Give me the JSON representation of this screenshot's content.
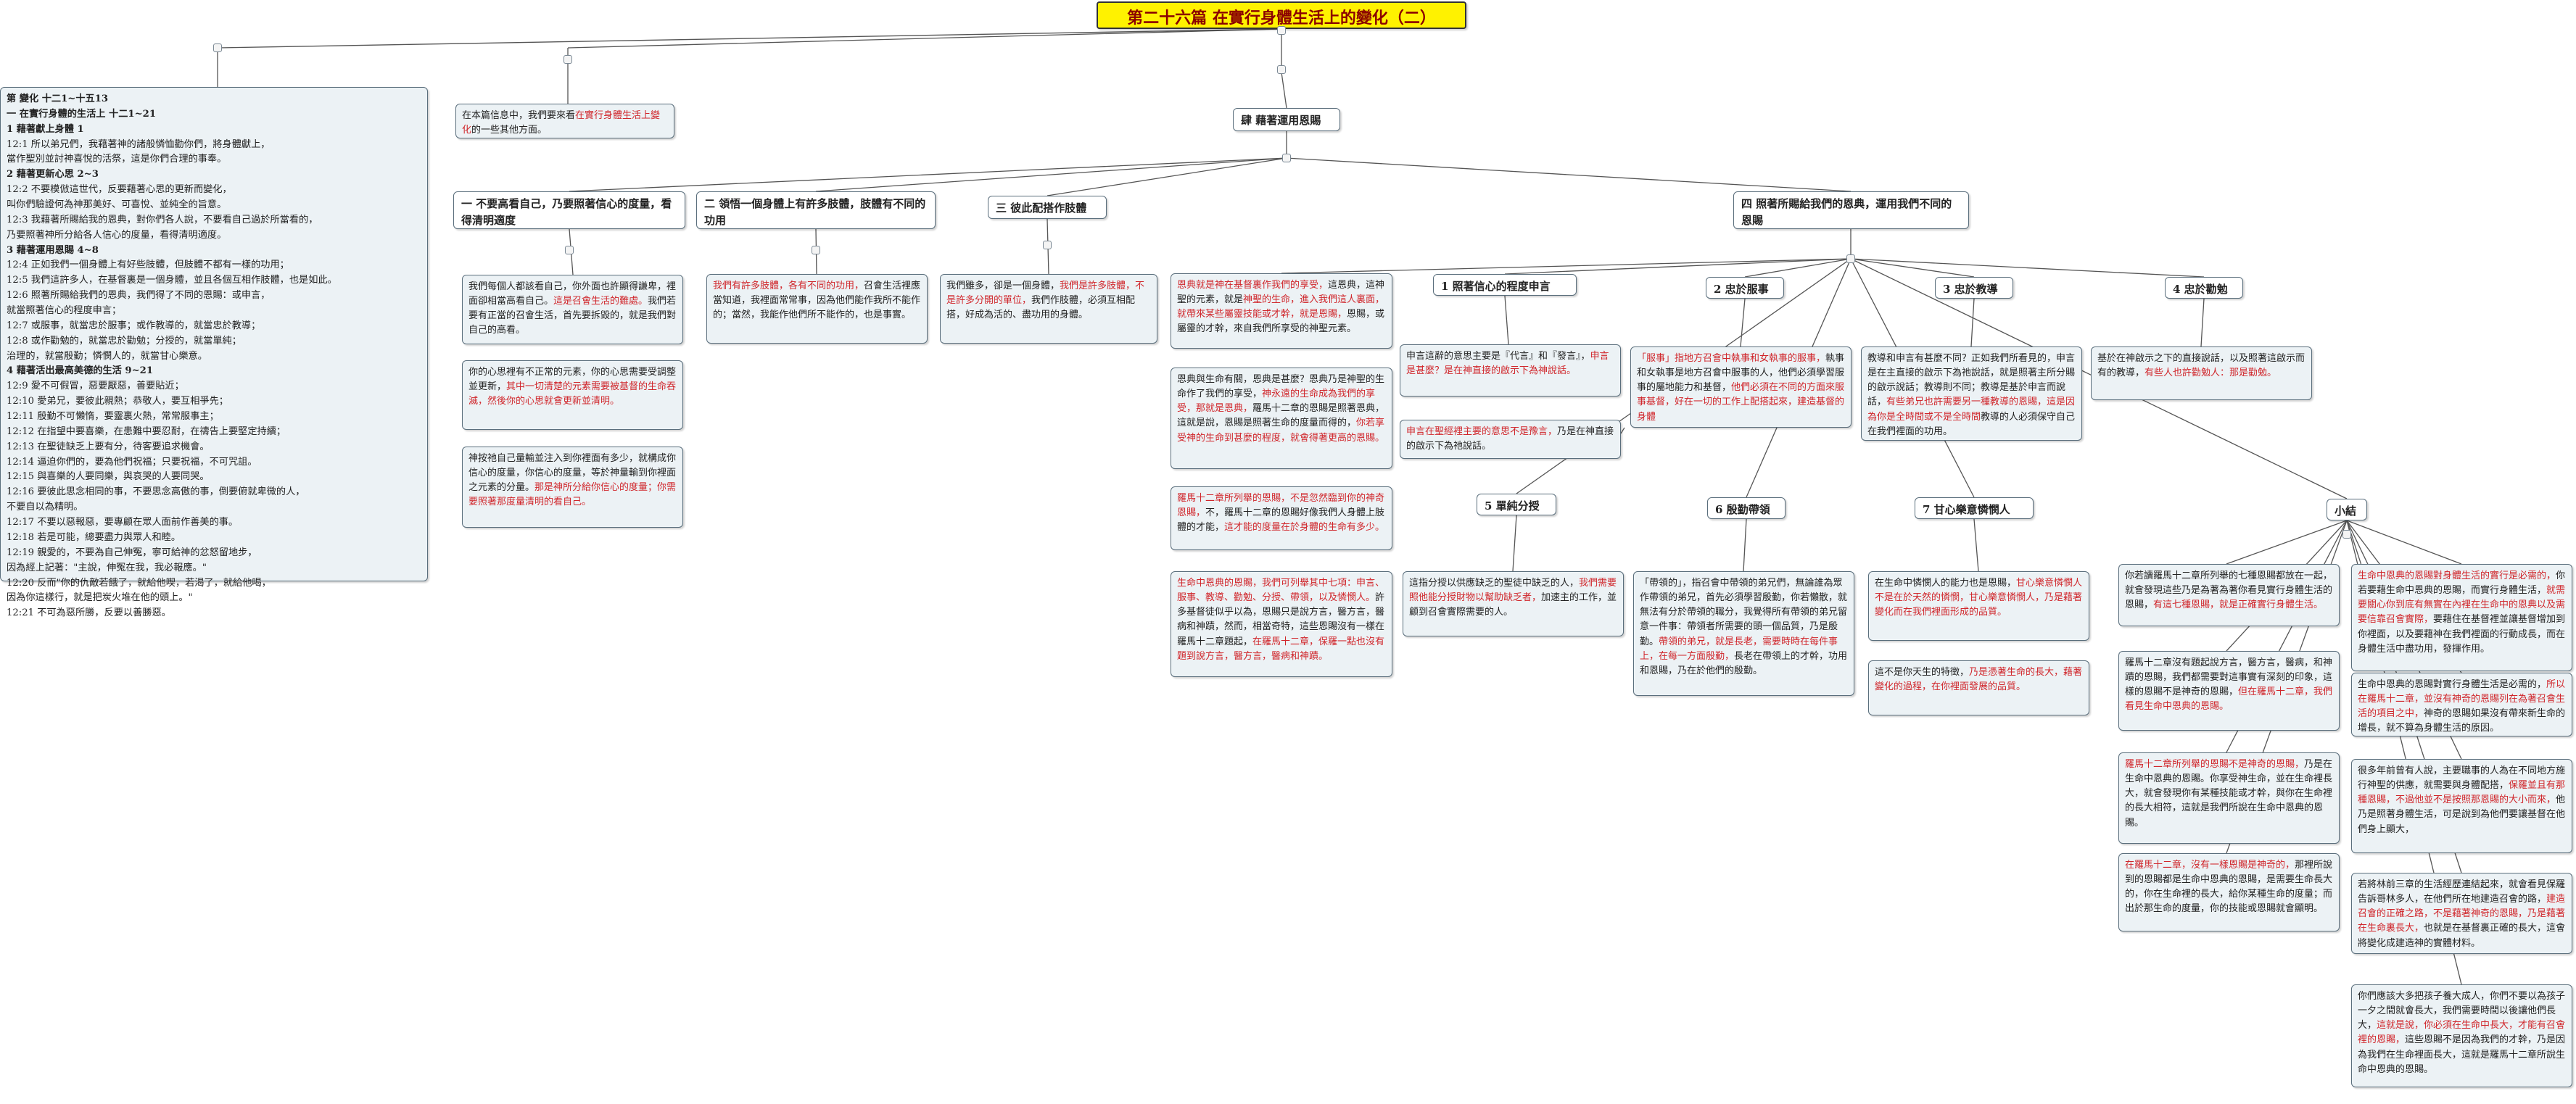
{
  "root": {
    "title": "第二十六篇 在實行身體生活上的變化（二）"
  },
  "outline": [
    "第 變化 十二1~十五13",
    "一 在實行身體的生活上 十二1~21",
    "1 藉著獻上身體 1",
    "12:1 所以弟兄們，我藉著神的諸般憐恤勸你們，將身體獻上，",
    "當作聖別並討神喜悅的活祭，這是你們合理的事奉。",
    "2 藉著更新心思 2~3",
    "12:2 不要模倣這世代，反要藉著心思的更新而變化，",
    "叫你們驗證何為神那美好、可喜悅、並純全的旨意。",
    "12:3 我藉著所賜給我的恩典，對你們各人說，不要看自己過於所當看的，",
    "乃要照著神所分給各人信心的度量，看得清明適度。",
    "3 藉著運用恩賜 4~8",
    "12:4 正如我們一個身體上有好些肢體，但肢體不都有一樣的功用；",
    "12:5 我們這許多人，在基督裏是一個身體，並且各個互相作肢體，也是如此。",
    "12:6 照著所賜給我們的恩典，我們得了不同的恩賜：或申言，",
    "就當照著信心的程度申言；",
    "12:7 或服事，就當忠於服事；或作教導的，就當忠於教導；",
    "12:8 或作勸勉的，就當忠於勸勉；分授的，就當單純；",
    "治理的，就當殷勤；憐憫人的，就當甘心樂意。",
    "4 藉著活出最高美德的生活 9~21",
    "12:9 愛不可假冒，惡要厭惡，善要貼近；",
    "12:10 愛弟兄，要彼此親熱；恭敬人，要互相爭先；",
    "12:11 殷勤不可懶惰，要靈裏火熱，常常服事主；",
    "12:12 在指望中要喜樂，在患難中要忍耐，在禱告上要堅定持續；",
    "12:13 在聖徒缺乏上要有分，待客要追求機會。",
    "12:14 逼迫你們的，要為他們祝福；只要祝福，不可咒詛。",
    "12:15 與喜樂的人要同樂，與哀哭的人要同哭。",
    "12:16 要彼此思念相同的事，不要思念高傲的事，倒要俯就卑微的人，",
    "不要自以為精明。",
    "12:17 不要以惡報惡，要專顧在眾人面前作善美的事。",
    "12:18 若是可能，總要盡力與眾人和睦。",
    "12:19 親愛的，不要為自己伸冤，寧可給神的忿怒留地步，",
    "因為經上記著：\"主說，伸冤在我，我必報應。\"",
    "12:20 反而\"你的仇敵若餓了，就給他喫，若渴了，就給他喝，",
    "因為你這樣行，就是把炭火堆在他的頭上。\"",
    "12:21 不可為惡所勝，反要以善勝惡。"
  ],
  "intro": [
    {
      "t": "在本篇信息中，我們要來看"
    },
    {
      "t": "在實行身體生活上變化",
      "red": true
    },
    {
      "t": "的一些其他方面。"
    }
  ],
  "label_four": "肆 藉著運用恩賜",
  "sec_one": "一 不要高看自己，乃要照著信心的度量，看得清明適度",
  "sec_two": "二 領悟一個身體上有許多肢體，肢體有不同的功用",
  "sec_three": "三 彼此配搭作肢體",
  "sec_four": "四 照著所賜給我們的恩典，運用我們不同的恩賜",
  "one_notes": [
    [
      {
        "t": "我們每個人都該看自己，你外面也許顯得謙卑，裡面卻相當高看自己。"
      },
      {
        "t": "這是召會生活的難處。",
        "red": true
      },
      {
        "t": "我們若要有正當的召會生活，首先要拆毀的，就是我們對自己的高看。"
      }
    ],
    [
      {
        "t": "你的心思裡有不正常的元素，你的心思需要受調整並更新，"
      },
      {
        "t": "其中一切清楚的元素需要被基督的生命吞滅，然後你的心思就會更新並清明。",
        "red": true
      }
    ],
    [
      {
        "t": "神按祂自己量輸並注入到你裡面有多少，就構成你信心的度量，你信心的度量，等於神量輸到你裡面之元素的分量。"
      },
      {
        "t": "那是神所分給你信心的度量；你需要照著那度量清明的看自己。",
        "red": true
      }
    ]
  ],
  "two_notes": [
    [
      {
        "t": "我們有許多肢體，各有不同的功用，",
        "red": true
      },
      {
        "t": "召會生活裡應當知道，我裡面常常事，因為他們能作我所不能作的；當然，我能作他們所不能作的，也是事實。"
      }
    ]
  ],
  "three_notes": [
    [
      {
        "t": "我們雖多，卻是一個身體，"
      },
      {
        "t": "我們是許多肢體，不是許多分開的單位，",
        "red": true
      },
      {
        "t": "我們作肢體，必須互相配搭，好成為活的、盡功用的身體。"
      }
    ]
  ],
  "four_notes": [
    [
      {
        "t": "恩典就是神在基督裏作我們的享受，",
        "red": true
      },
      {
        "t": "這恩典，這神聖的元素，就是"
      },
      {
        "t": "神聖的生命，進入我們這人裏面，就帶來某些屬靈技能或才幹，就是恩賜，",
        "red": true
      },
      {
        "t": "恩賜，或屬靈的才幹，來自我們所享受的神聖元素。"
      }
    ],
    [
      {
        "t": "恩典與生命有關，恩典是甚麼？恩典乃是神聖的生命作了我們的享受，"
      },
      {
        "t": "神永遠的生命成為我們的享受，那就是恩典，",
        "red": true
      },
      {
        "t": "羅馬十二章的恩賜是照著恩典，這就是說，恩賜是照著生命的度量而得的，"
      },
      {
        "t": "你若享受神的生命到甚麼的程度，就會得著更高的恩賜。",
        "red": true
      }
    ],
    [
      {
        "t": "羅馬十二章所列舉的恩賜，不是忽然臨到你的神奇恩賜，",
        "red": true
      },
      {
        "t": "不，羅馬十二章的恩賜好像我們人身體上肢體的才能，"
      },
      {
        "t": "這才能的度量在於身體的生命有多少。",
        "red": true
      }
    ],
    [
      {
        "t": "生命中恩典的恩賜，我們可列舉其中七項：申言、服事、教導、勸勉、分授、帶領，以及憐憫人。",
        "red": true
      },
      {
        "t": "許多基督徒似乎以為，恩賜只是說方言，醫方言，醫病和神蹟，然而，相當奇特，這些恩賜沒有一樣在羅馬十二章題起，"
      },
      {
        "t": "在羅馬十二章，保羅一點也沒有題到說方言，醫方言，醫病和神蹟。",
        "red": true
      }
    ]
  ],
  "g1": "1 照著信心的程度申言",
  "g2": "2 忠於服事",
  "g3": "3 忠於教導",
  "g4": "4 忠於勸勉",
  "g5": "5 單純分授",
  "g6": "6 殷勤帶領",
  "g7": "7 甘心樂意憐憫人",
  "g8": "小結",
  "g1_notes": [
    [
      {
        "t": "申言這辭的意思主要是『代言』和『發言』，"
      },
      {
        "t": "申言是甚麼？是在神直接的啟示下為神說話。",
        "red": true
      }
    ],
    [
      {
        "t": "申言在聖經裡主要的意思不是豫言，",
        "red": true
      },
      {
        "t": "乃是在神直接的啟示下為祂說話。"
      }
    ]
  ],
  "g2_notes": [
    [
      {
        "t": "「服事」指地方召會中執事和女執事的服事，",
        "red": true
      },
      {
        "t": "執事和女執事是地方召會中服事的人，他們必須學習服事的屬地能力和基督，"
      },
      {
        "t": "他們必須在不同的方面來服事基督，好在一切的工作上配搭起來，建造基督的身體",
        "red": true
      }
    ]
  ],
  "g3_notes": [
    [
      {
        "t": "教導和申言有甚麼不同？正如我們所看見的，申言是在主直接的啟示下為祂說話，就是照著主所分賜的啟示說話；教導則不同；教導是基於申言而說話，"
      },
      {
        "t": "有些弟兄也許需要另一種教導的恩賜，這是因為你是全時間或不是全時間",
        "red": true
      },
      {
        "t": "教導的人必須保守自己在我們裡面的功用。"
      }
    ]
  ],
  "g4_notes": [
    [
      {
        "t": "基於在神啟示之下的直接說話，以及照著這啟示而有的教導，"
      },
      {
        "t": "有些人也許勸勉人：那是勸勉。",
        "red": true
      }
    ]
  ],
  "g5_notes": [
    [
      {
        "t": "這指分授以供應缺乏的聖徒中缺乏的人，"
      },
      {
        "t": "我們需要照他能分授財物以幫助缺乏者，",
        "red": true
      },
      {
        "t": "加速主的工作，並顧到召會實際需要的人。"
      }
    ]
  ],
  "g6_notes": [
    [
      {
        "t": "「帶領的」，指召會中帶領的弟兄們，無論誰為眾作帶領的弟兄，首先必須學習殷勤，你若懶散，就無法有分於帶領的職分，我覺得所有帶領的弟兄留意一件事：帶領者所需要的頭一個品質，乃是殷勤。"
      },
      {
        "t": "帶領的弟兄，就是長老，需要時時在每件事上，在每一方面殷勤，",
        "red": true
      },
      {
        "t": "長老在帶領上的才幹，功用和恩賜，乃在於他們的殷勤。"
      }
    ]
  ],
  "g7_notes": [
    [
      {
        "t": "在生命中憐憫人的能力也是恩賜，"
      },
      {
        "t": "甘心樂意憐憫人不是在於天然的憐憫，甘心樂意憐憫人，乃是藉著變化而在我們裡面形成的品質。",
        "red": true
      }
    ],
    [
      {
        "t": "這不是你天生的特徵，"
      },
      {
        "t": "乃是憑著生命的長大，藉著變化的過程，在你裡面發展的品質。",
        "red": true
      }
    ]
  ],
  "sum_notes": [
    [
      {
        "t": "你若讀羅馬十二章所列舉的七種恩賜都放在一起，就會發現這些乃是為著為著你看見實行身體生活的恩賜，"
      },
      {
        "t": "有這七種恩賜，就是正確實行身體生活。",
        "red": true
      }
    ],
    [
      {
        "t": "羅馬十二章沒有題起說方言，醫方言，醫病，和神蹟的恩賜，我們都需要對這事實有深刻的印象，這樣的恩賜不是神奇的恩賜，"
      },
      {
        "t": "但在羅馬十二章，我們看見生命中恩典的恩賜。",
        "red": true
      }
    ],
    [
      {
        "t": "羅馬十二章所列舉的恩賜不是神奇的恩賜，",
        "red": true
      },
      {
        "t": "乃是在生命中恩典的恩賜。你享受神生命，並在生命裡長大，就會發現你有某種技能或才幹，與你在生命裡的長大相符，這就是我們所說在生命中恩典的恩賜。"
      }
    ],
    [
      {
        "t": "在羅馬十二章，沒有一樣恩賜是神奇的，",
        "red": true
      },
      {
        "t": "那裡所說到的恩賜都是生命中恩典的恩賜，是需要生命長大的，你在生命裡的長大，給你某種生命的度量；而出於那生命的度量，你的技能或恩賜就會顯明。"
      }
    ],
    [
      {
        "t": "生命中恩典的恩賜對身體生活的實行是必需的，",
        "red": true
      },
      {
        "t": "你若要藉生命中恩典的恩賜，而實行身體生活，"
      },
      {
        "t": "就需要關心你到底有無實在內裡在生命中的恩典以及需要信靠召會實際，",
        "red": true
      },
      {
        "t": "要藉住在基督裡並讓基督增加到你裡面，以及要藉神在我們裡面的行動成長，而在身體生活中盡功用，發揮作用。"
      }
    ],
    [
      {
        "t": "生命中恩典的恩賜對實行身體生活是必需的，"
      },
      {
        "t": "所以在羅馬十二章，並沒有神奇的恩賜列在為著召會生活的項目之中，",
        "red": true
      },
      {
        "t": "神奇的恩賜如果沒有帶來新生命的增長，就不算為身體生活的原因。"
      }
    ],
    [
      {
        "t": "很多年前曾有人說，主要職事的人為在不同地方施行神聖的供應，就需要與身體配搭，"
      },
      {
        "t": "保羅並且有那種恩賜，不過他並不是按照那恩賜的大小而來，",
        "red": true
      },
      {
        "t": "他乃是照著身體生活，可是說到為他們要讓基督在他們身上顯大，"
      }
    ],
    [
      {
        "t": "若將林前三章的生活經歷連結起來，就會看見保羅告訴哥林多人，在他們所在地建造召會的路，"
      },
      {
        "t": "建造召會的正確之路，不是藉著神奇的恩賜，乃是藉著在生命裏長大，",
        "red": true
      },
      {
        "t": "也就是在基督裏正確的長大，這會將變化成建造神的實體材料。"
      }
    ],
    [
      {
        "t": "你們應該大多把孩子養大成人，你們不要以為孩子一夕之間就會長大，我們需要時間以後讓他們長大，"
      },
      {
        "t": "這就是說，你必須在生命中長大，才能有召會裡的恩賜，",
        "red": true
      },
      {
        "t": "這些恩賜不是因為我們的才幹，乃是因為我們在生命裡面長大，這就是羅馬十二章所說生命中恩典的恩賜。"
      }
    ]
  ],
  "dots": {
    "glyph": "□"
  }
}
